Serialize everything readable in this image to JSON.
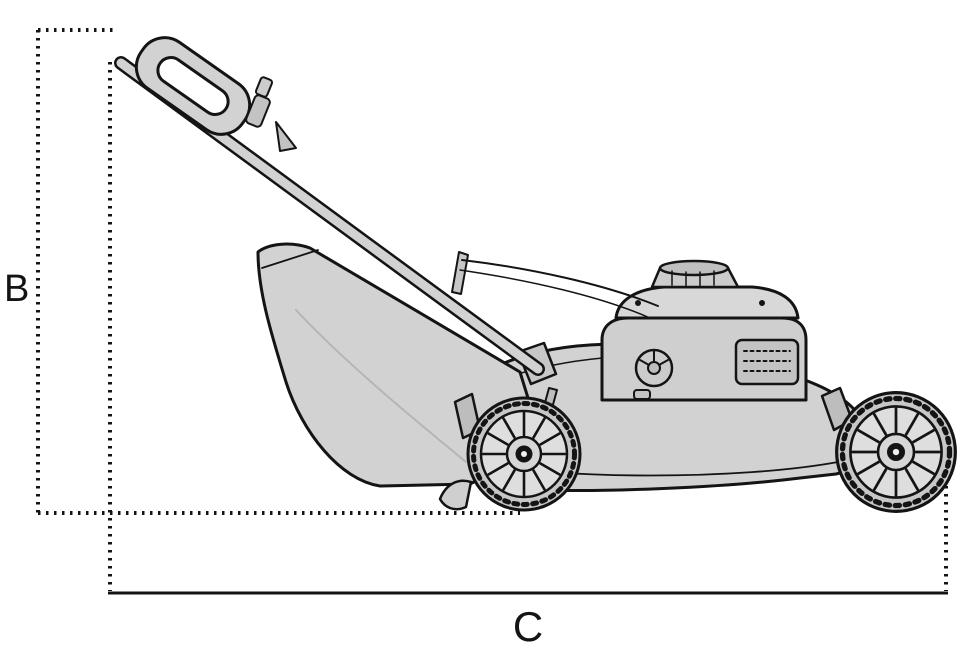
{
  "diagram": {
    "type": "product-dimension-diagram",
    "dimensions": {
      "height": {
        "label": "B"
      },
      "length": {
        "label": "C"
      }
    },
    "icons": {
      "illustration": "lawn-mower-side-view-illustration"
    },
    "colors": {
      "outline": "#141414",
      "body_fill": "#d2d2d2",
      "background": "#ffffff"
    }
  }
}
